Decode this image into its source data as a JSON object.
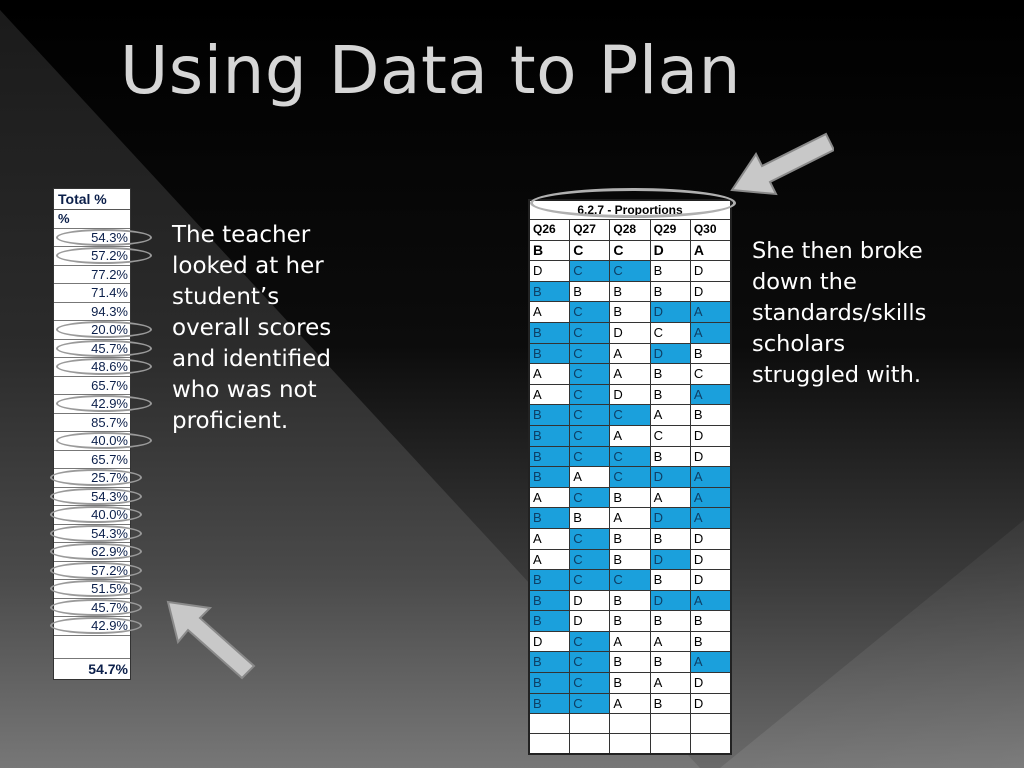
{
  "slide": {
    "title": "Using Data to Plan",
    "left_caption": "The teacher looked at her student’s overall scores and identified who was not proficient.",
    "right_caption": "She then broke down the standards/skills scholars struggled with."
  },
  "totals_table": {
    "header": "Total %",
    "subheader": "%",
    "values": [
      "54.3%",
      "57.2%",
      "77.2%",
      "71.4%",
      "94.3%",
      "20.0%",
      "45.7%",
      "48.6%",
      "65.7%",
      "42.9%",
      "85.7%",
      "40.0%",
      "65.7%",
      "25.7%",
      "54.3%",
      "40.0%",
      "54.3%",
      "62.9%",
      "57.2%",
      "51.5%",
      "45.7%",
      "42.9%"
    ],
    "total": "54.7%"
  },
  "answer_grid": {
    "title": "6.2.7 - Proportions",
    "columns": [
      "Q26",
      "Q27",
      "Q28",
      "Q29",
      "Q30"
    ],
    "answer_key": [
      "B",
      "C",
      "C",
      "D",
      "A"
    ],
    "highlight_color": "#1ba0dc",
    "rows": [
      [
        "D",
        "C",
        "C",
        "B",
        "D"
      ],
      [
        "B",
        "B",
        "B",
        "B",
        "D"
      ],
      [
        "A",
        "C",
        "B",
        "D",
        "A"
      ],
      [
        "B",
        "C",
        "D",
        "C",
        "A"
      ],
      [
        "B",
        "C",
        "A",
        "D",
        "B"
      ],
      [
        "A",
        "C",
        "A",
        "B",
        "C"
      ],
      [
        "A",
        "C",
        "D",
        "B",
        "A"
      ],
      [
        "B",
        "C",
        "C",
        "A",
        "B"
      ],
      [
        "B",
        "C",
        "A",
        "C",
        "D"
      ],
      [
        "B",
        "C",
        "C",
        "B",
        "D"
      ],
      [
        "B",
        "A",
        "C",
        "D",
        "A"
      ],
      [
        "A",
        "C",
        "B",
        "A",
        "A"
      ],
      [
        "B",
        "B",
        "A",
        "D",
        "A"
      ],
      [
        "A",
        "C",
        "B",
        "B",
        "D"
      ],
      [
        "A",
        "C",
        "B",
        "D",
        "D"
      ],
      [
        "B",
        "C",
        "C",
        "B",
        "D"
      ],
      [
        "B",
        "D",
        "B",
        "D",
        "A"
      ],
      [
        "B",
        "D",
        "B",
        "B",
        "B"
      ],
      [
        "D",
        "C",
        "A",
        "A",
        "B"
      ],
      [
        "B",
        "C",
        "B",
        "B",
        "A"
      ],
      [
        "B",
        "C",
        "B",
        "A",
        "D"
      ],
      [
        "B",
        "C",
        "A",
        "B",
        "D"
      ]
    ],
    "highlights": [
      [
        0,
        1,
        1,
        0,
        0
      ],
      [
        1,
        0,
        0,
        0,
        0
      ],
      [
        0,
        1,
        0,
        1,
        1
      ],
      [
        1,
        1,
        0,
        0,
        1
      ],
      [
        1,
        1,
        0,
        1,
        0
      ],
      [
        0,
        1,
        0,
        0,
        0
      ],
      [
        0,
        1,
        0,
        0,
        1
      ],
      [
        1,
        1,
        1,
        0,
        0
      ],
      [
        1,
        1,
        0,
        0,
        0
      ],
      [
        1,
        1,
        1,
        0,
        0
      ],
      [
        1,
        0,
        1,
        1,
        1
      ],
      [
        0,
        1,
        0,
        0,
        1
      ],
      [
        1,
        0,
        0,
        1,
        1
      ],
      [
        0,
        1,
        0,
        0,
        0
      ],
      [
        0,
        1,
        0,
        1,
        0
      ],
      [
        1,
        1,
        1,
        0,
        0
      ],
      [
        1,
        0,
        0,
        1,
        1
      ],
      [
        1,
        0,
        0,
        0,
        0
      ],
      [
        0,
        1,
        0,
        0,
        0
      ],
      [
        1,
        1,
        0,
        0,
        1
      ],
      [
        1,
        1,
        0,
        0,
        0
      ],
      [
        1,
        1,
        0,
        0,
        0
      ]
    ]
  }
}
